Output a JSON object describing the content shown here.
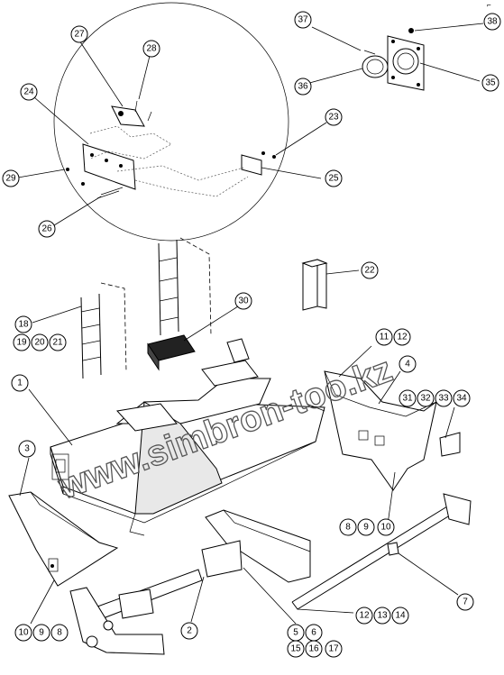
{
  "watermark": "www.simbron-too.kz",
  "corner_mark": "⌐",
  "callouts": {
    "c1": "1",
    "c2": "2",
    "c3": "3",
    "c4": "4",
    "c5": "5",
    "c6": "6",
    "c7": "7",
    "c8": "8",
    "c9": "9",
    "c10": "10",
    "c11": "11",
    "c12": "12",
    "c13": "13",
    "c14": "14",
    "c15": "15",
    "c16": "16",
    "c17": "17",
    "c18": "18",
    "c19": "19",
    "c20": "20",
    "c21": "21",
    "c22": "22",
    "c23": "23",
    "c24": "24",
    "c25": "25",
    "c26": "26",
    "c27": "27",
    "c28": "28",
    "c29": "29",
    "c30": "30",
    "c31": "31",
    "c32": "32",
    "c33": "33",
    "c34": "34",
    "c35": "35",
    "c36": "36",
    "c37": "37",
    "c38": "38"
  }
}
